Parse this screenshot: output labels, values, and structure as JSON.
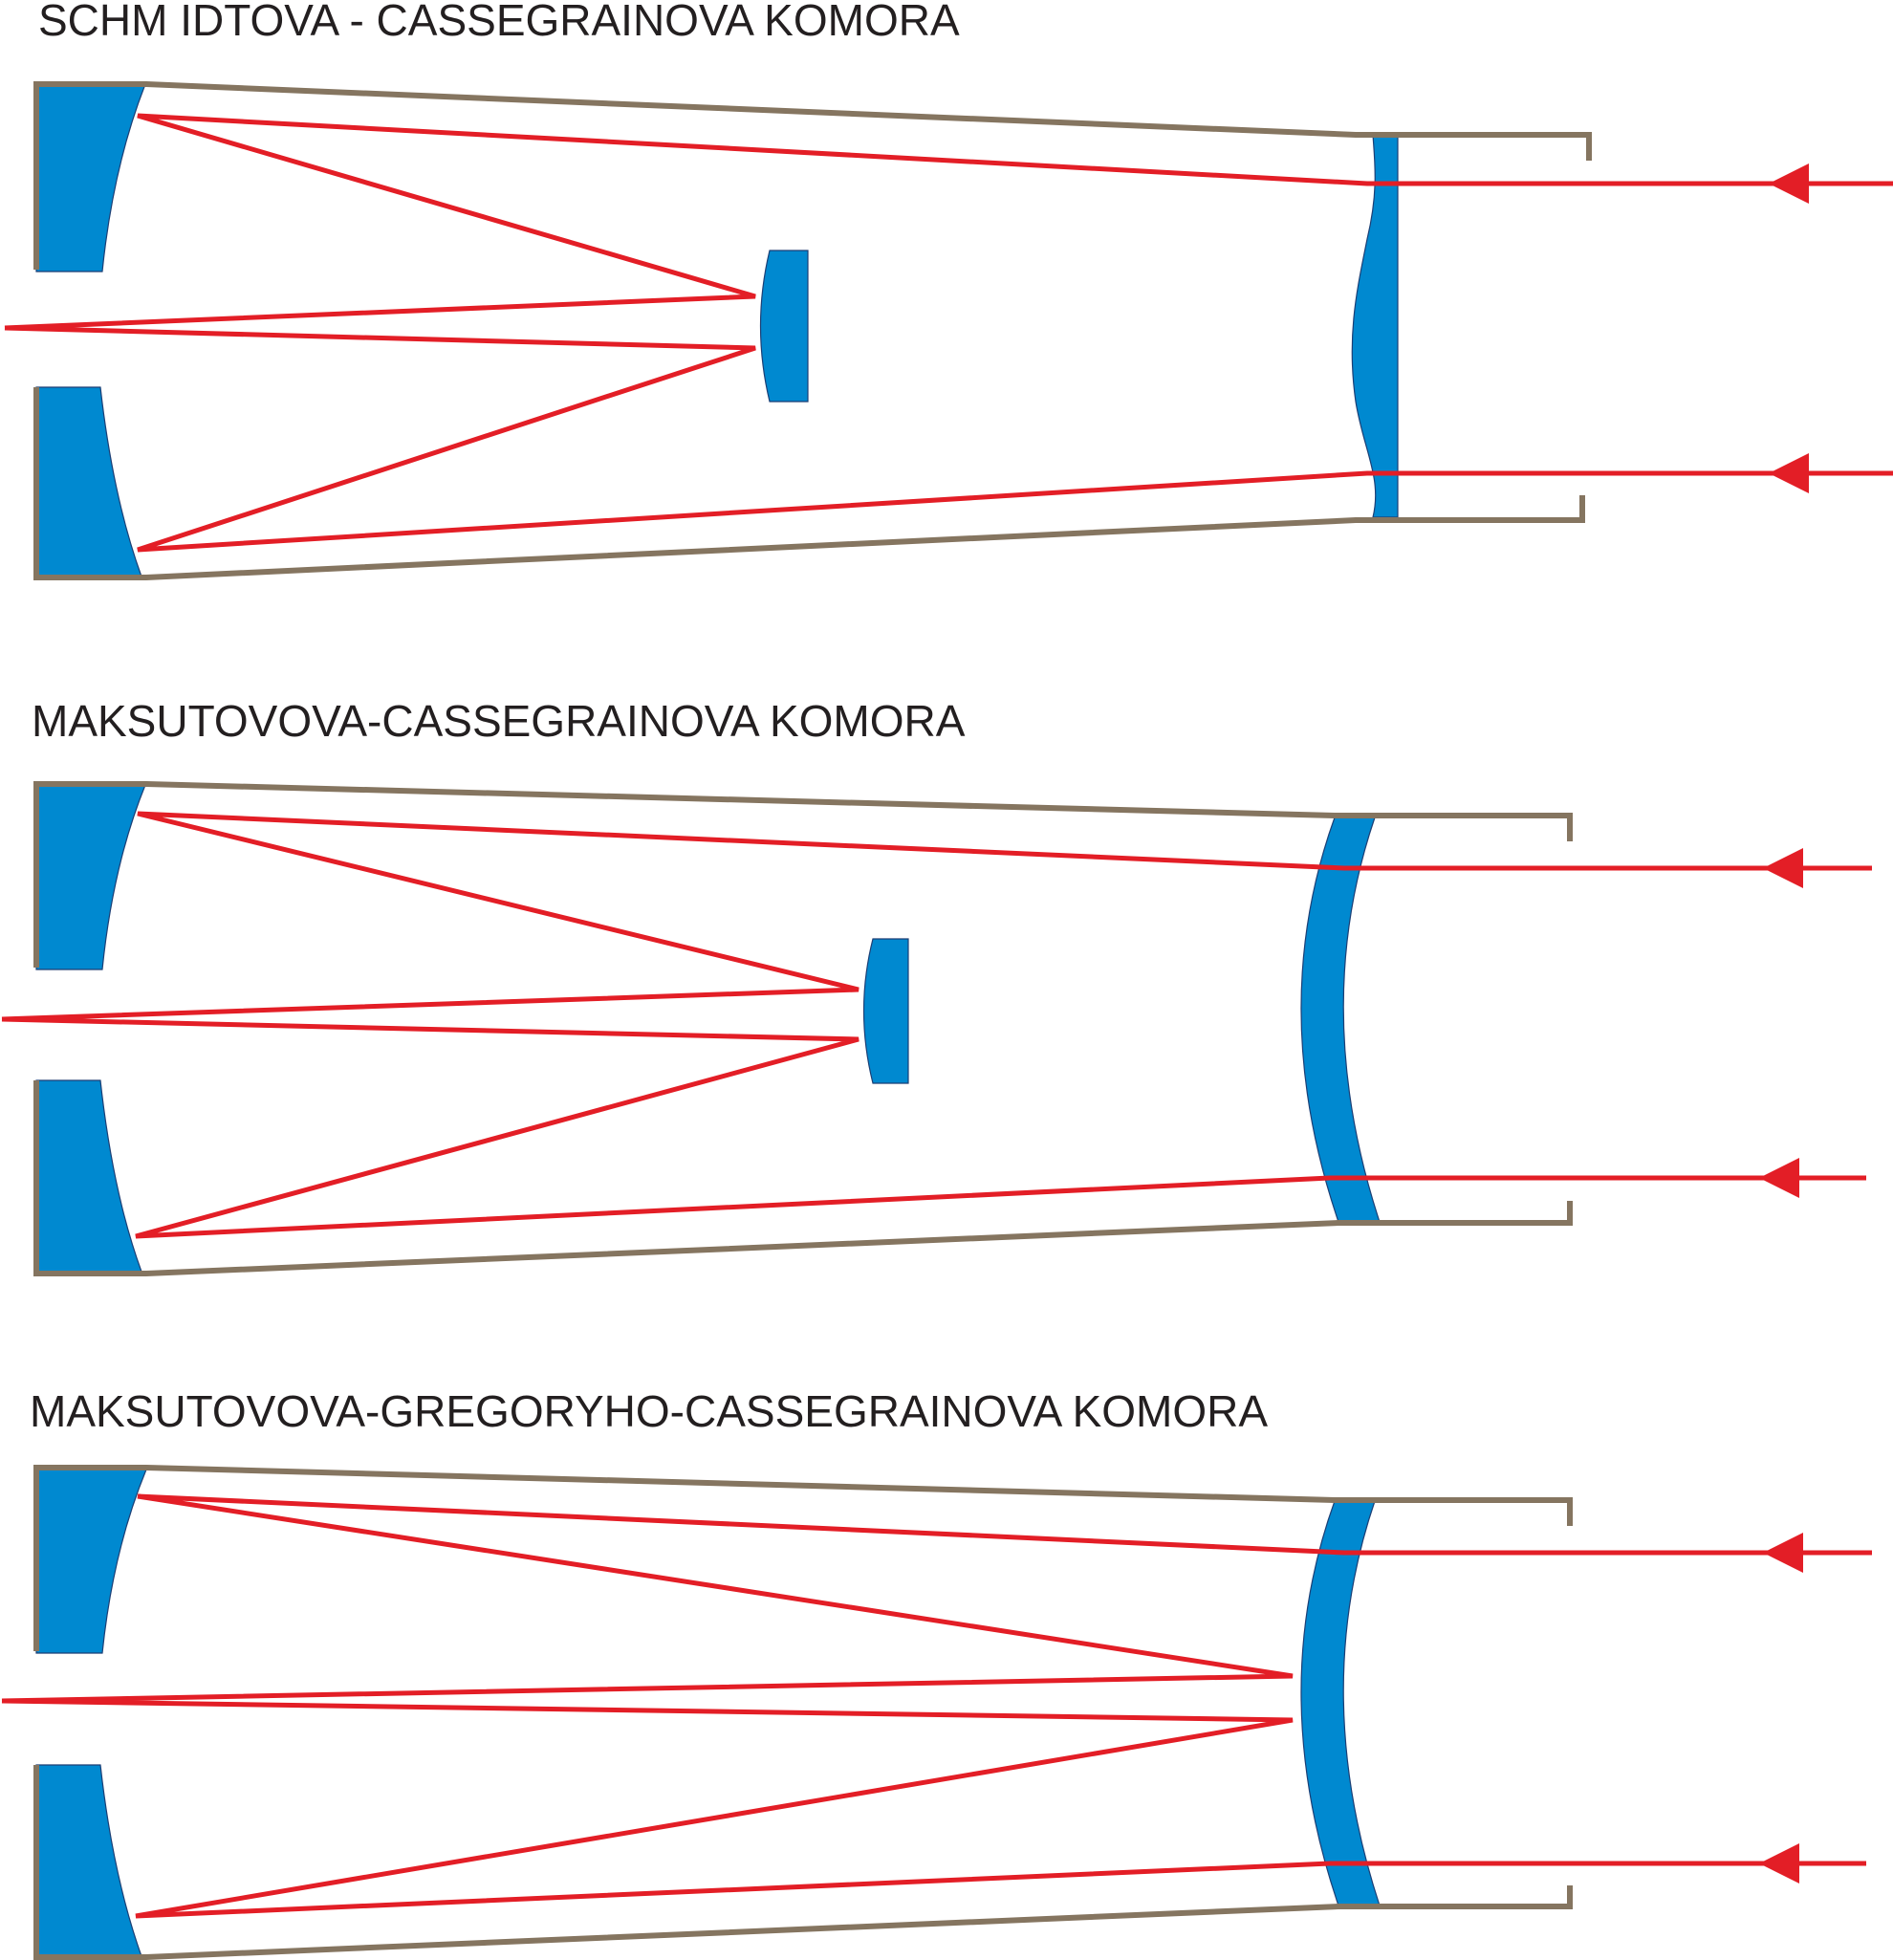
{
  "titles": {
    "schmidt": "SCHM IDTOVA - CASSEGRAINOVA KOMORA",
    "maksutov": "MAKSUTOVOVA-CASSEGRAINOVA KOMORA",
    "maksutov_gregory": "MAKSUTOVOVA-GREGORYHO-CASSEGRAINOVA KOMORA"
  },
  "colors": {
    "tube": "#857560",
    "ray": "#e31e26",
    "optic": "#0089d0",
    "text": "#231f20"
  }
}
